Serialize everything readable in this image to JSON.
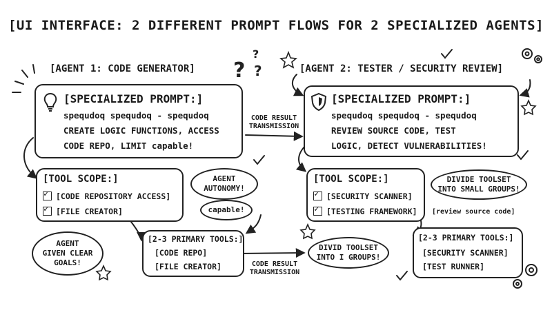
{
  "title": "[UI INTERFACE: 2 DIFFERENT PROMPT FLOWS FOR 2 SPECIALIZED AGENTS]",
  "agent1": {
    "label": "[AGENT 1: CODE GENERATOR]",
    "prompt_head": "[SPECIALIZED PROMPT:]",
    "prompt_line1": "spequdoq spequdoq - spequdoq",
    "prompt_line2": "CREATE LOGIC FUNCTIONS, ACCESS",
    "prompt_line3": "CODE REPO, LIMIT capable!",
    "tool_head": "[TOOL SCOPE:]",
    "tool1": "[CODE REPOSITORY ACCESS]",
    "tool2": "[FILE CREATOR]",
    "primary_head": "[2-3 PRIMARY TOOLS:]",
    "primary1": "[CODE REPO]",
    "primary2": "[FILE CREATOR]",
    "cloud_autonomy": [
      "AGENT",
      "AUTONOMY!"
    ],
    "cloud_capable": "capable!",
    "cloud_goals": [
      "AGENT",
      "GIVEN CLEAR",
      "GOALS!"
    ],
    "icon": "lightbulb-icon"
  },
  "agent2": {
    "label": "[AGENT 2: TESTER / SECURITY REVIEW]",
    "prompt_head": "[SPECIALIZED PROMPT:]",
    "prompt_line1": "spequdoq spequdoq - spequdoq",
    "prompt_line2": "REVIEW SOURCE CODE, TEST",
    "prompt_line3": "LOGIC, DETECT VULNERABILITIES!",
    "tool_head": "[TOOL SCOPE:]",
    "tool1": "[SECURITY SCANNER]",
    "tool2": "[TESTING FRAMEWORK]",
    "primary_head": "[2-3 PRIMARY TOOLS:]",
    "primary1": "[SECURITY SCANNER]",
    "primary2": "[TEST RUNNER]",
    "cloud_divide": [
      "DIVIDE TOOLSET",
      "INTO SMALL GROUPS!"
    ],
    "note_review": "[review source code]",
    "icon": "shield-icon"
  },
  "middle": {
    "transmission_top": [
      "CODE RESULT",
      "TRANSMISSION"
    ],
    "transmission_bottom": [
      "CODE RESULT",
      "TRANSMISSION"
    ],
    "cloud_divid": [
      "DIVID TOOLSET",
      "INTO I GROUPS!"
    ]
  }
}
